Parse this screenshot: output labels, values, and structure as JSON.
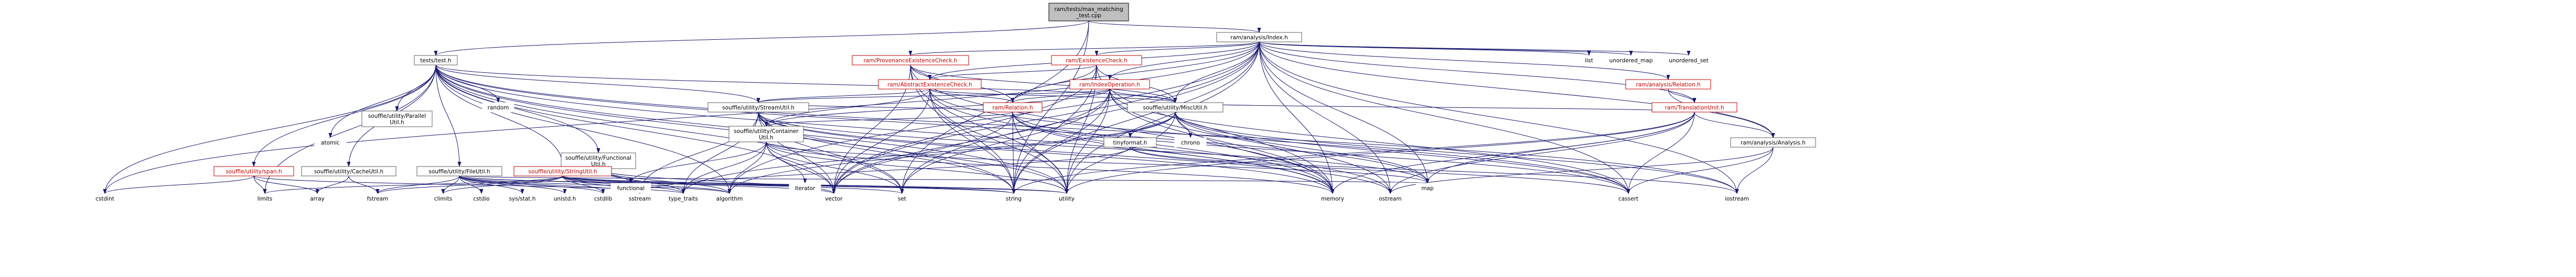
{
  "graph": {
    "type": "include-dependency-graph",
    "colors": {
      "edge": "#191970",
      "root_fill": "#bfbfbf",
      "node_border": "#5f5f5f",
      "link_text": "#bf0000"
    },
    "nodes": [
      {
        "id": "root",
        "label": [
          "ram/tests/max_matching",
          "_test.cpp"
        ],
        "style": "root"
      },
      {
        "id": "index_h",
        "label": [
          "ram/analysis/Index.h"
        ],
        "style": "box"
      },
      {
        "id": "tests_h",
        "label": [
          "tests/test.h"
        ],
        "style": "box"
      },
      {
        "id": "prov_check",
        "label": [
          "ram/ProvenanceExistenceCheck.h"
        ],
        "style": "red"
      },
      {
        "id": "exist_check",
        "label": [
          "ram/ExistenceCheck.h"
        ],
        "style": "red"
      },
      {
        "id": "abs_exist",
        "label": [
          "ram/AbstractExistenceCheck.h"
        ],
        "style": "red"
      },
      {
        "id": "index_op",
        "label": [
          "ram/IndexOperation.h"
        ],
        "style": "red"
      },
      {
        "id": "relation_an",
        "label": [
          "ram/analysis/Relation.h"
        ],
        "style": "red"
      },
      {
        "id": "trans_unit",
        "label": [
          "ram/TranslationUnit.h"
        ],
        "style": "red"
      },
      {
        "id": "ram_relation",
        "label": [
          "ram/Relation.h"
        ],
        "style": "red"
      },
      {
        "id": "parallel",
        "label": [
          "souffle/utility/Parallel",
          "Util.h"
        ],
        "style": "box"
      },
      {
        "id": "streamutil",
        "label": [
          "souffle/utility/StreamUtil.h"
        ],
        "style": "box"
      },
      {
        "id": "miscutil",
        "label": [
          "souffle/utility/MiscUtil.h"
        ],
        "style": "box"
      },
      {
        "id": "containerutil",
        "label": [
          "souffle/utility/Container",
          "Util.h"
        ],
        "style": "box"
      },
      {
        "id": "functionalutil",
        "label": [
          "souffle/utility/Functional",
          "Util.h"
        ],
        "style": "box"
      },
      {
        "id": "stringutil",
        "label": [
          "souffle/utility/StringUtil.h"
        ],
        "style": "red"
      },
      {
        "id": "span",
        "label": [
          "souffle/utility/span.h"
        ],
        "style": "red"
      },
      {
        "id": "cacheutil",
        "label": [
          "souffle/utility/CacheUtil.h"
        ],
        "style": "box"
      },
      {
        "id": "fileutil",
        "label": [
          "souffle/utility/FileUtil.h"
        ],
        "style": "box"
      },
      {
        "id": "tinyformat",
        "label": [
          "tinyformat.h"
        ],
        "style": "box"
      },
      {
        "id": "analysis_h",
        "label": [
          "ram/analysis/Analysis.h"
        ],
        "style": "box"
      },
      {
        "id": "list",
        "label": [
          "list"
        ],
        "style": "plain"
      },
      {
        "id": "unordered_map",
        "label": [
          "unordered_map"
        ],
        "style": "plain"
      },
      {
        "id": "unordered_set",
        "label": [
          "unordered_set"
        ],
        "style": "plain"
      },
      {
        "id": "random",
        "label": [
          "random"
        ],
        "style": "plain"
      },
      {
        "id": "atomic",
        "label": [
          "atomic"
        ],
        "style": "plain"
      },
      {
        "id": "chrono",
        "label": [
          "chrono"
        ],
        "style": "plain"
      },
      {
        "id": "iterator",
        "label": [
          "iterator"
        ],
        "style": "plain"
      },
      {
        "id": "cstdint",
        "label": [
          "cstdint"
        ],
        "style": "plain"
      },
      {
        "id": "limits",
        "label": [
          "limits"
        ],
        "style": "plain"
      },
      {
        "id": "array",
        "label": [
          "array"
        ],
        "style": "plain"
      },
      {
        "id": "fstream",
        "label": [
          "fstream"
        ],
        "style": "plain"
      },
      {
        "id": "climits",
        "label": [
          "climits"
        ],
        "style": "plain"
      },
      {
        "id": "cstdio",
        "label": [
          "cstdio"
        ],
        "style": "plain"
      },
      {
        "id": "sys_stat",
        "label": [
          "sys/stat.h"
        ],
        "style": "plain"
      },
      {
        "id": "unistd",
        "label": [
          "unistd.h"
        ],
        "style": "plain"
      },
      {
        "id": "cstdlib",
        "label": [
          "cstdlib"
        ],
        "style": "plain"
      },
      {
        "id": "sstream",
        "label": [
          "sstream"
        ],
        "style": "plain"
      },
      {
        "id": "type_traits",
        "label": [
          "type_traits"
        ],
        "style": "plain"
      },
      {
        "id": "algorithm",
        "label": [
          "algorithm"
        ],
        "style": "plain"
      },
      {
        "id": "functional",
        "label": [
          "functional"
        ],
        "style": "plain"
      },
      {
        "id": "vector",
        "label": [
          "vector"
        ],
        "style": "plain"
      },
      {
        "id": "set",
        "label": [
          "set"
        ],
        "style": "plain"
      },
      {
        "id": "string",
        "label": [
          "string"
        ],
        "style": "plain"
      },
      {
        "id": "utility",
        "label": [
          "utility"
        ],
        "style": "plain"
      },
      {
        "id": "memory",
        "label": [
          "memory"
        ],
        "style": "plain"
      },
      {
        "id": "ostream",
        "label": [
          "ostream"
        ],
        "style": "plain"
      },
      {
        "id": "map",
        "label": [
          "map"
        ],
        "style": "plain"
      },
      {
        "id": "cassert",
        "label": [
          "cassert"
        ],
        "style": "plain"
      },
      {
        "id": "iostream",
        "label": [
          "iostream"
        ],
        "style": "plain"
      }
    ],
    "edges": [
      [
        "root",
        "index_h"
      ],
      [
        "root",
        "tests_h"
      ],
      [
        "root",
        "set"
      ],
      [
        "root",
        "string"
      ],
      [
        "index_h",
        "list"
      ],
      [
        "index_h",
        "unordered_map"
      ],
      [
        "index_h",
        "unordered_set"
      ],
      [
        "index_h",
        "prov_check"
      ],
      [
        "index_h",
        "exist_check"
      ],
      [
        "index_h",
        "abs_exist"
      ],
      [
        "index_h",
        "index_op"
      ],
      [
        "index_h",
        "relation_an"
      ],
      [
        "index_h",
        "trans_unit"
      ],
      [
        "index_h",
        "ram_relation"
      ],
      [
        "index_h",
        "miscutil"
      ],
      [
        "index_h",
        "analysis_h"
      ],
      [
        "index_h",
        "cstdint"
      ],
      [
        "index_h",
        "vector"
      ],
      [
        "index_h",
        "set"
      ],
      [
        "index_h",
        "string"
      ],
      [
        "index_h",
        "utility"
      ],
      [
        "index_h",
        "memory"
      ],
      [
        "index_h",
        "ostream"
      ],
      [
        "index_h",
        "map"
      ],
      [
        "index_h",
        "cassert"
      ],
      [
        "index_h",
        "iostream"
      ],
      [
        "index_h",
        "algorithm"
      ],
      [
        "prov_check",
        "abs_exist"
      ],
      [
        "prov_check",
        "ram_relation"
      ],
      [
        "prov_check",
        "miscutil"
      ],
      [
        "prov_check",
        "string"
      ],
      [
        "prov_check",
        "utility"
      ],
      [
        "prov_check",
        "vector"
      ],
      [
        "prov_check",
        "memory"
      ],
      [
        "exist_check",
        "abs_exist"
      ],
      [
        "exist_check",
        "ram_relation"
      ],
      [
        "exist_check",
        "miscutil"
      ],
      [
        "exist_check",
        "string"
      ],
      [
        "exist_check",
        "utility"
      ],
      [
        "exist_check",
        "vector"
      ],
      [
        "exist_check",
        "memory"
      ],
      [
        "abs_exist",
        "ram_relation"
      ],
      [
        "abs_exist",
        "containerutil"
      ],
      [
        "abs_exist",
        "miscutil"
      ],
      [
        "abs_exist",
        "streamutil"
      ],
      [
        "abs_exist",
        "vector"
      ],
      [
        "abs_exist",
        "string"
      ],
      [
        "abs_exist",
        "utility"
      ],
      [
        "abs_exist",
        "memory"
      ],
      [
        "abs_exist",
        "cassert"
      ],
      [
        "index_op",
        "ram_relation"
      ],
      [
        "index_op",
        "containerutil"
      ],
      [
        "index_op",
        "miscutil"
      ],
      [
        "index_op",
        "streamutil"
      ],
      [
        "index_op",
        "vector"
      ],
      [
        "index_op",
        "string"
      ],
      [
        "index_op",
        "utility"
      ],
      [
        "index_op",
        "memory"
      ],
      [
        "index_op",
        "cassert"
      ],
      [
        "index_op",
        "ostream"
      ],
      [
        "index_op",
        "set"
      ],
      [
        "relation_an",
        "trans_unit"
      ],
      [
        "relation_an",
        "analysis_h"
      ],
      [
        "trans_unit",
        "analysis_h"
      ],
      [
        "trans_unit",
        "miscutil"
      ],
      [
        "trans_unit",
        "map"
      ],
      [
        "trans_unit",
        "memory"
      ],
      [
        "trans_unit",
        "string"
      ],
      [
        "trans_unit",
        "utility"
      ],
      [
        "trans_unit",
        "cassert"
      ],
      [
        "trans_unit",
        "ostream"
      ],
      [
        "ram_relation",
        "containerutil"
      ],
      [
        "ram_relation",
        "streamutil"
      ],
      [
        "ram_relation",
        "cassert"
      ],
      [
        "ram_relation",
        "memory"
      ],
      [
        "ram_relation",
        "ostream"
      ],
      [
        "ram_relation",
        "string"
      ],
      [
        "ram_relation",
        "utility"
      ],
      [
        "ram_relation",
        "vector"
      ],
      [
        "tests_h",
        "parallel"
      ],
      [
        "tests_h",
        "streamutil"
      ],
      [
        "tests_h",
        "miscutil"
      ],
      [
        "tests_h",
        "functionalutil"
      ],
      [
        "tests_h",
        "stringutil"
      ],
      [
        "tests_h",
        "span"
      ],
      [
        "tests_h",
        "cacheutil"
      ],
      [
        "tests_h",
        "fileutil"
      ],
      [
        "tests_h",
        "random"
      ],
      [
        "tests_h",
        "atomic"
      ],
      [
        "tests_h",
        "cstdint"
      ],
      [
        "tests_h",
        "limits"
      ],
      [
        "tests_h",
        "iostream"
      ],
      [
        "tests_h",
        "set"
      ],
      [
        "tests_h",
        "string"
      ],
      [
        "tests_h",
        "vector"
      ],
      [
        "tests_h",
        "utility"
      ],
      [
        "tests_h",
        "algorithm"
      ],
      [
        "tests_h",
        "memory"
      ],
      [
        "tests_h",
        "map"
      ],
      [
        "streamutil",
        "containerutil"
      ],
      [
        "streamutil",
        "map"
      ],
      [
        "streamutil",
        "memory"
      ],
      [
        "streamutil",
        "ostream"
      ],
      [
        "streamutil",
        "set"
      ],
      [
        "streamutil",
        "string"
      ],
      [
        "streamutil",
        "utility"
      ],
      [
        "streamutil",
        "vector"
      ],
      [
        "streamutil",
        "sstream"
      ],
      [
        "streamutil",
        "type_traits"
      ],
      [
        "miscutil",
        "tinyformat"
      ],
      [
        "miscutil",
        "chrono"
      ],
      [
        "miscutil",
        "iostream"
      ],
      [
        "miscutil",
        "memory"
      ],
      [
        "miscutil",
        "utility"
      ],
      [
        "miscutil",
        "cassert"
      ],
      [
        "miscutil",
        "map"
      ],
      [
        "miscutil",
        "algorithm"
      ],
      [
        "miscutil",
        "type_traits"
      ],
      [
        "containerutil",
        "iterator"
      ],
      [
        "containerutil",
        "functional"
      ],
      [
        "containerutil",
        "vector"
      ],
      [
        "containerutil",
        "set"
      ],
      [
        "containerutil",
        "memory"
      ],
      [
        "containerutil",
        "map"
      ],
      [
        "containerutil",
        "type_traits"
      ],
      [
        "containerutil",
        "utility"
      ],
      [
        "containerutil",
        "algorithm"
      ],
      [
        "functionalutil",
        "functional"
      ],
      [
        "functionalutil",
        "vector"
      ],
      [
        "functionalutil",
        "algorithm"
      ],
      [
        "functionalutil",
        "type_traits"
      ],
      [
        "stringutil",
        "algorithm"
      ],
      [
        "stringutil",
        "string"
      ],
      [
        "stringutil",
        "vector"
      ],
      [
        "stringutil",
        "sstream"
      ],
      [
        "stringutil",
        "climits"
      ],
      [
        "stringutil",
        "cstdlib"
      ],
      [
        "stringutil",
        "fstream"
      ],
      [
        "stringutil",
        "limits"
      ],
      [
        "stringutil",
        "type_traits"
      ],
      [
        "stringutil",
        "utility"
      ],
      [
        "stringutil",
        "set"
      ],
      [
        "span",
        "array"
      ],
      [
        "span",
        "limits"
      ],
      [
        "span",
        "type_traits"
      ],
      [
        "span",
        "cstdint"
      ],
      [
        "cacheutil",
        "array"
      ],
      [
        "cacheutil",
        "fstream"
      ],
      [
        "fileutil",
        "fstream"
      ],
      [
        "fileutil",
        "climits"
      ],
      [
        "fileutil",
        "cstdio"
      ],
      [
        "fileutil",
        "sys_stat"
      ],
      [
        "fileutil",
        "unistd"
      ],
      [
        "fileutil",
        "cstdlib"
      ],
      [
        "fileutil",
        "sstream"
      ],
      [
        "fileutil",
        "string"
      ],
      [
        "fileutil",
        "utility"
      ],
      [
        "fileutil",
        "algorithm"
      ],
      [
        "fileutil",
        "map"
      ],
      [
        "tinyformat",
        "cassert"
      ],
      [
        "tinyformat",
        "iostream"
      ],
      [
        "tinyformat",
        "sstream"
      ],
      [
        "analysis_h",
        "iostream"
      ],
      [
        "analysis_h",
        "cassert"
      ],
      [
        "analysis_h",
        "ostream"
      ]
    ]
  }
}
